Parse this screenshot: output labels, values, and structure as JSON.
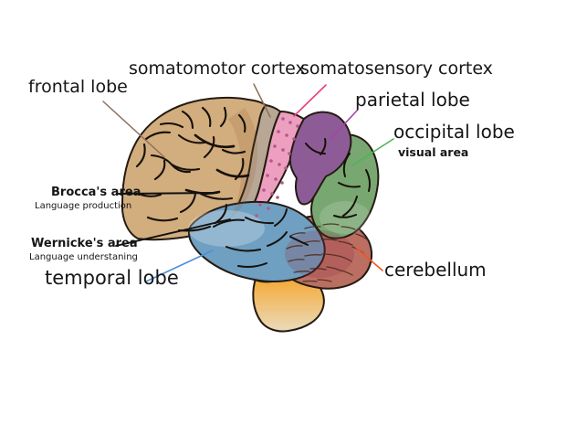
{
  "figure": {
    "description": "Side view diagram of the human brain with colored lobes and labeled functional areas"
  },
  "labels": {
    "frontal_lobe": "frontal lobe",
    "somatomotor_cortex": "somatomotor cortex",
    "somatosensory_cortex": "somatosensory cortex",
    "parietal_lobe": "parietal lobe",
    "occipital_lobe": "occipital lobe",
    "visual_area": "visual area",
    "brocca_area": "Brocca's area",
    "brocca_sub": "Language production",
    "wernicke_area": "Wernicke's area",
    "wernicke_sub": "Language understaning",
    "temporal_lobe": "temporal lobe",
    "cerebellum": "cerebellum"
  },
  "colors": {
    "background": "#ffffff",
    "text": "#161616",
    "outline": "#241b12",
    "sulci": "#17110a",
    "regions": {
      "frontal": "#d2ad7e",
      "somatomotor_strip": "#b9a795",
      "somatosensory_strip": "#ec9fbe",
      "somatosensory_dots": "#b4578c",
      "parietal": "#8d5c96",
      "occipital": "#78a771",
      "temporal": "#6f9fc1",
      "cerebellum": "#bb6f63",
      "cerebellum_hatch": "#4c2c1e",
      "pons": "#f6a72f",
      "brainstem_base": "#ead8b5"
    },
    "leaders": {
      "frontal": "#8b7160",
      "somatomotor": "#8b6f55",
      "somatosensory": "#e8407d",
      "parietal": "#a346a8",
      "occipital": "#4cb555",
      "brocca": "#111111",
      "wernicke": "#111111",
      "temporal": "#4a90dc",
      "cerebellum": "#f2561f"
    }
  }
}
